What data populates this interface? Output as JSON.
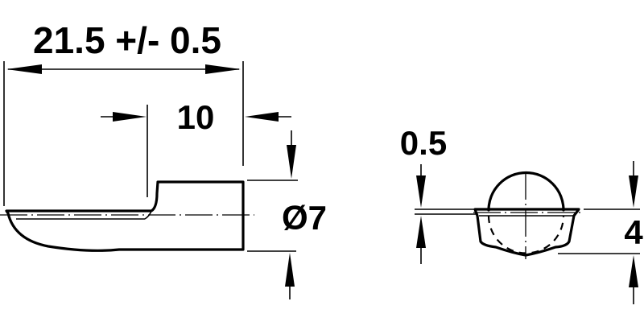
{
  "drawing": {
    "subject": "shelf support technical drawing",
    "side_view": {
      "overall_length_label": "21.5 +/- 0.5",
      "pin_length_label": "10",
      "pin_diameter_label": "Ø7"
    },
    "end_view": {
      "flange_thickness_label": "0.5",
      "height_label": "4"
    },
    "colors": {
      "line": "#000000",
      "background": "#ffffff"
    }
  }
}
